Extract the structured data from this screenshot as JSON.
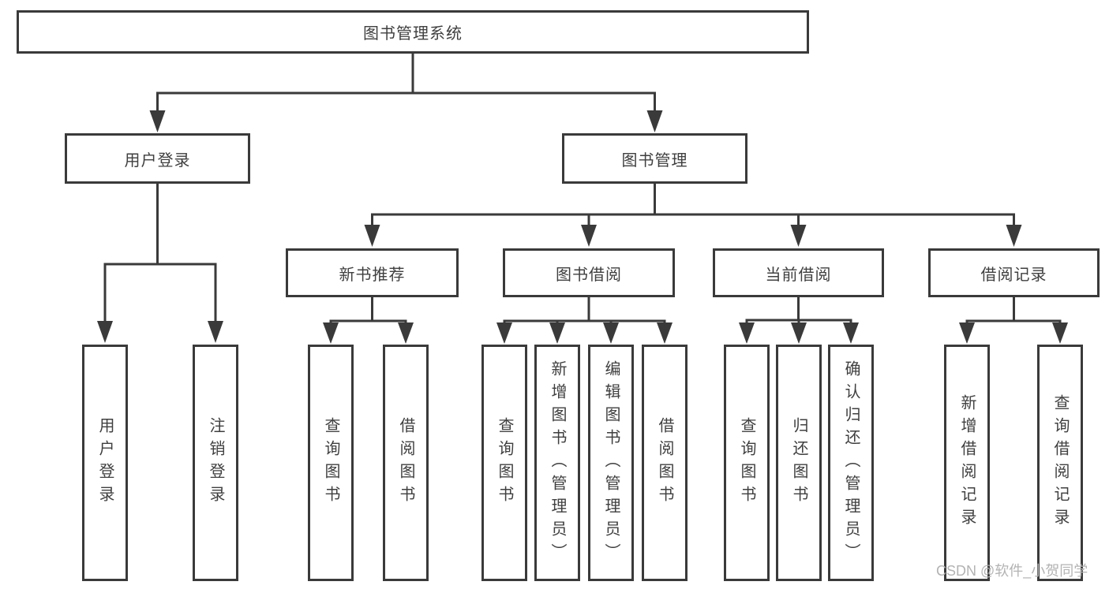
{
  "diagram": {
    "root": {
      "label": "图书管理系统"
    },
    "level2": [
      {
        "label": "用户登录",
        "children": [
          {
            "label": "用户登录"
          },
          {
            "label": "注销登录"
          }
        ]
      },
      {
        "label": "图书管理",
        "children": [
          {
            "label": "新书推荐",
            "children": [
              {
                "label": "查询图书"
              },
              {
                "label": "借阅图书"
              }
            ]
          },
          {
            "label": "图书借阅",
            "children": [
              {
                "label": "查询图书"
              },
              {
                "label": "新增图书（管理员）"
              },
              {
                "label": "编辑图书（管理员）"
              },
              {
                "label": "借阅图书"
              }
            ]
          },
          {
            "label": "当前借阅",
            "children": [
              {
                "label": "查询图书"
              },
              {
                "label": "归还图书"
              },
              {
                "label": "确认归还（管理员）"
              }
            ]
          },
          {
            "label": "借阅记录",
            "children": [
              {
                "label": "新增借阅记录"
              },
              {
                "label": "查询借阅记录"
              }
            ]
          }
        ]
      }
    ],
    "watermark": "CSDN @软件_小贺同学",
    "colors": {
      "line": "#3a3a3a",
      "text": "#3f3f3f",
      "watermark": "#b3b3b3",
      "background": "#ffffff"
    }
  }
}
